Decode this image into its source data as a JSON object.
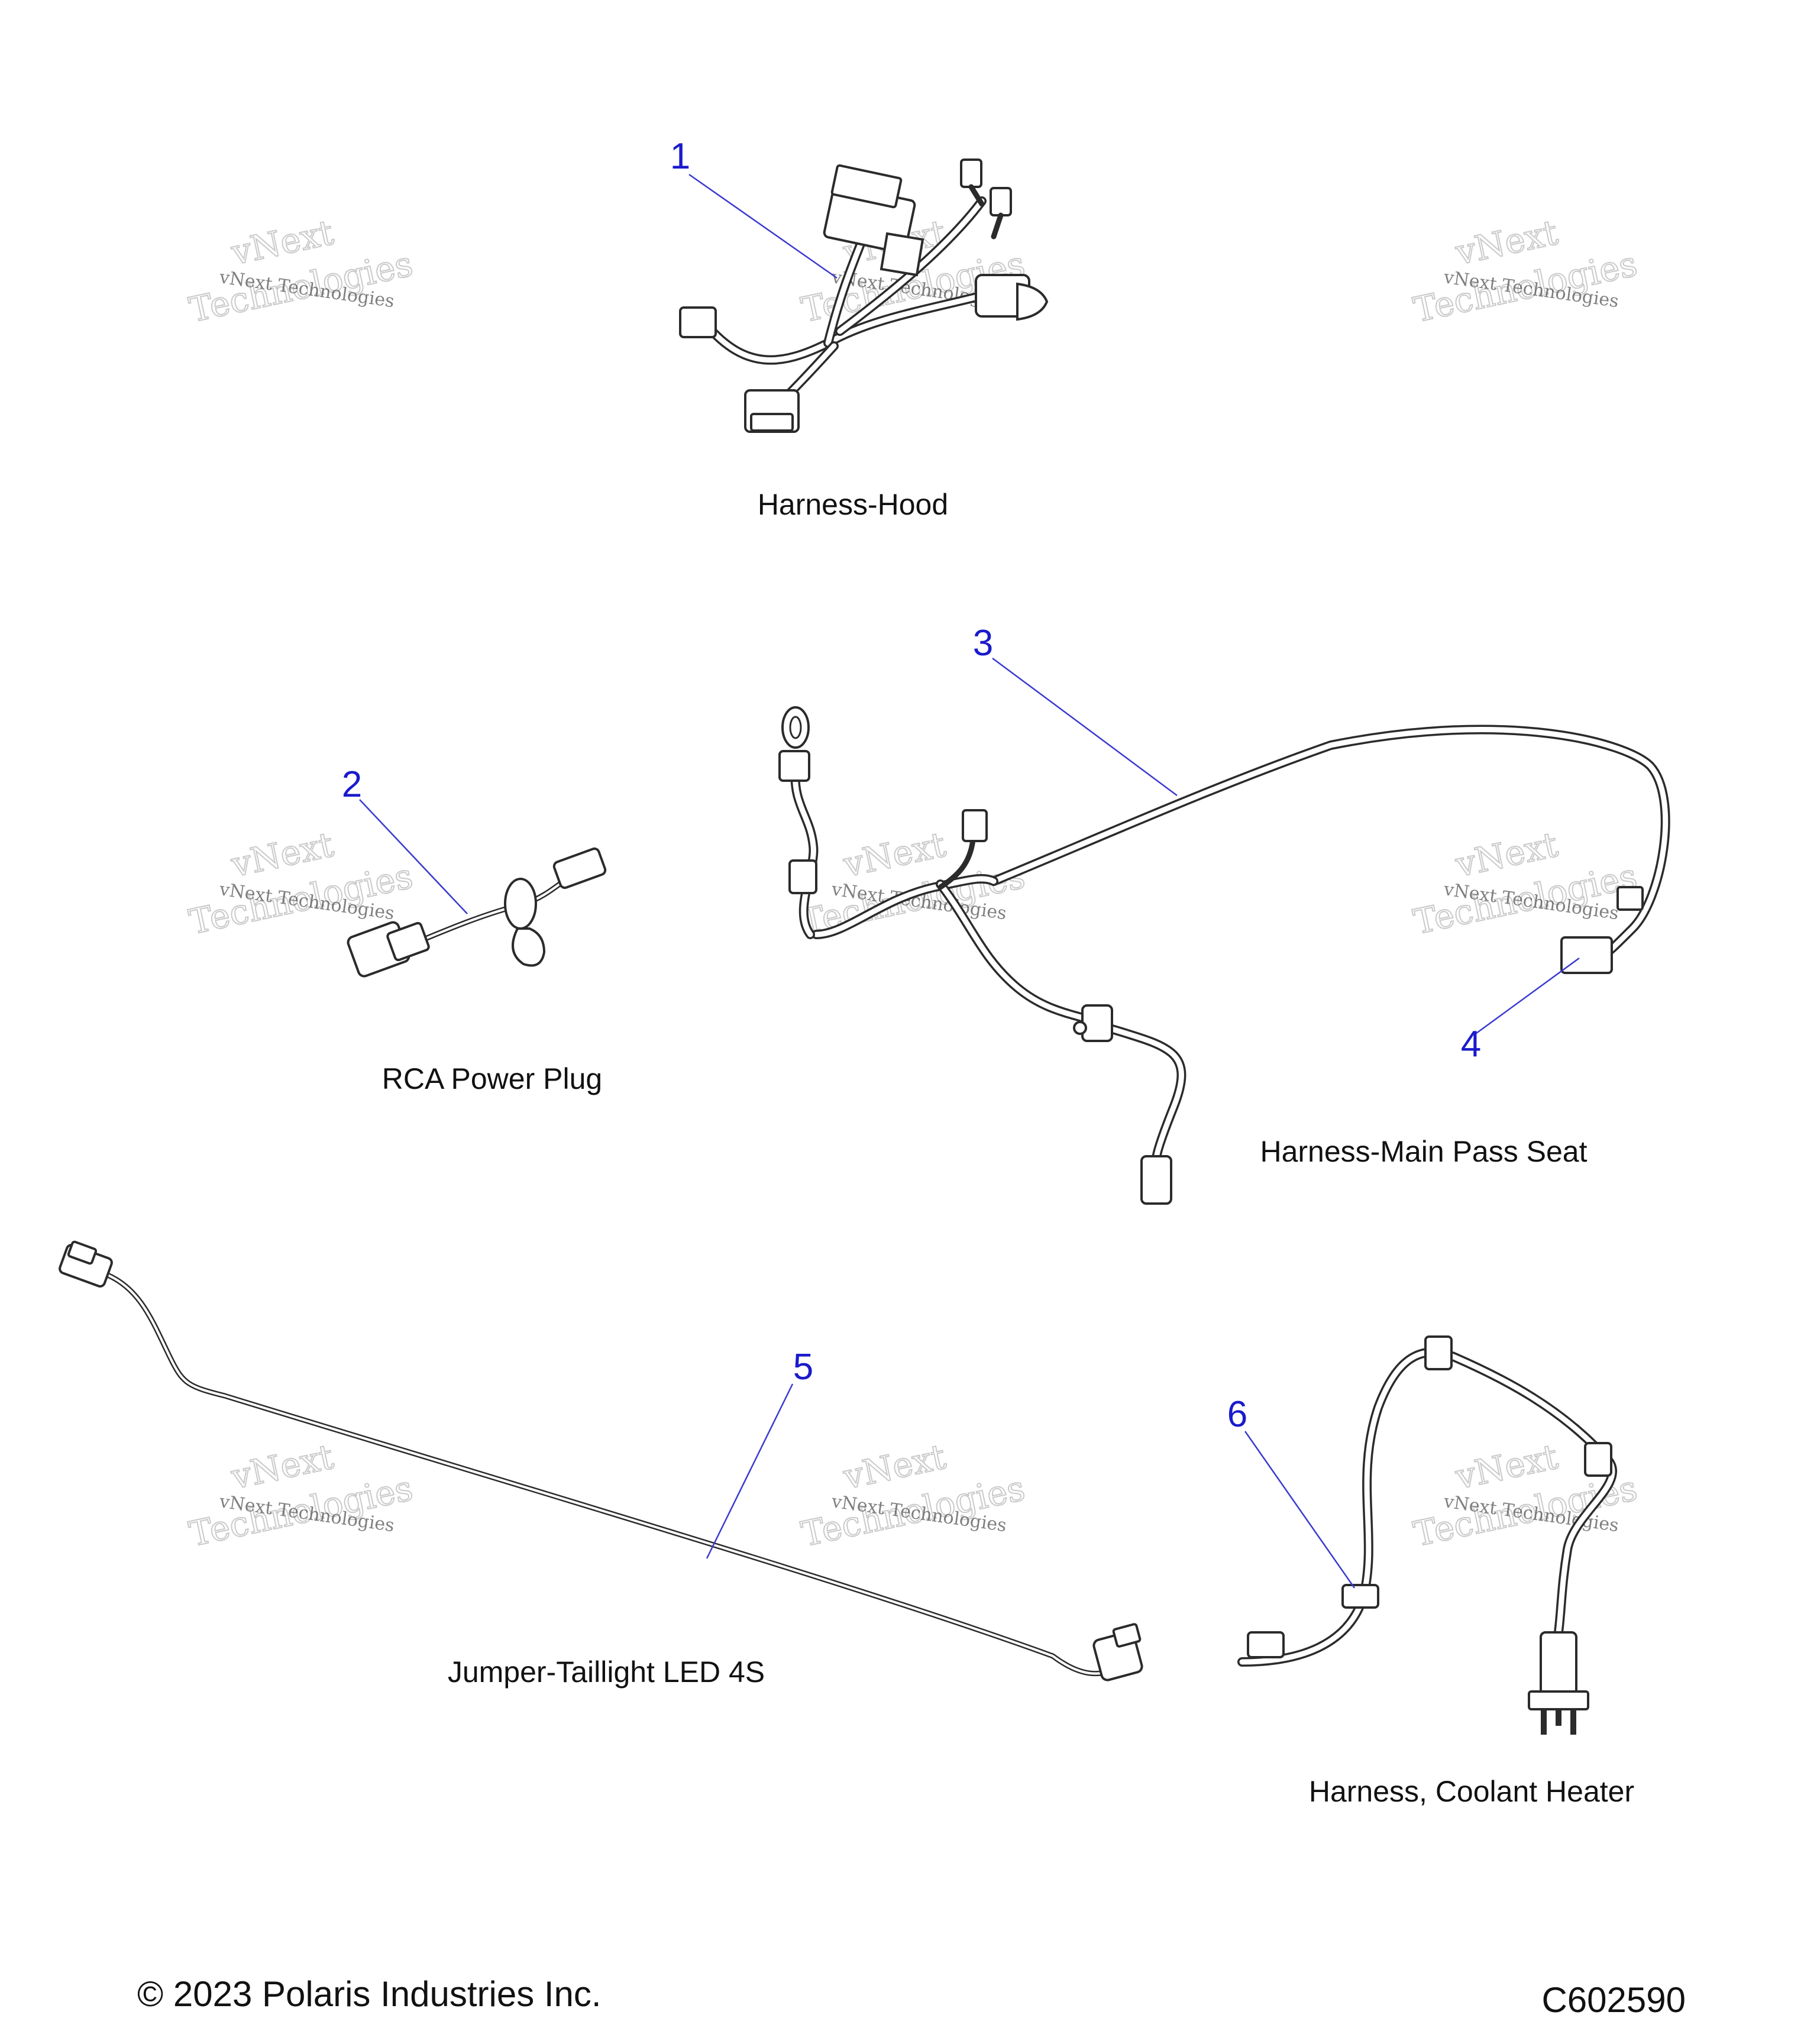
{
  "parts": [
    {
      "callout": "1",
      "caption": "Harness-Hood"
    },
    {
      "callout": "2",
      "caption": "RCA Power Plug"
    },
    {
      "callout": "3",
      "caption": "Harness-Main Pass Seat"
    },
    {
      "callout": "4",
      "caption": ""
    },
    {
      "callout": "5",
      "caption": "Jumper-Taillight LED 4S"
    },
    {
      "callout": "6",
      "caption": "Harness, Coolant Heater"
    }
  ],
  "watermark": {
    "line1": "vNext Technologies",
    "line2": "vNext",
    "line3": "Technologies"
  },
  "footer": {
    "copyright": "© 2023 Polaris Industries Inc.",
    "figure_id": "C602590"
  },
  "colors": {
    "callout": "#1a1acc",
    "leader": "#3a3ad0",
    "line_art": "#2b2b2b",
    "text": "#111111"
  }
}
